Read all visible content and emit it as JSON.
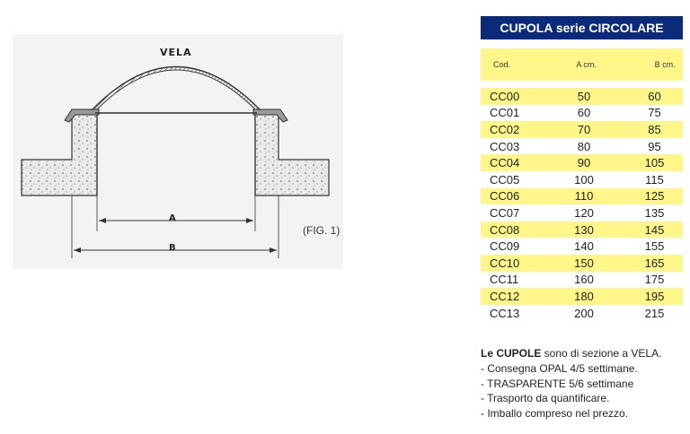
{
  "figure": {
    "vela_label": "VELA",
    "dim_a": "A",
    "dim_b": "B",
    "caption": "(FIG. 1)"
  },
  "table": {
    "title": "CUPOLA serie CIRCOLARE",
    "headers": {
      "cod": "Cod.",
      "a": "A cm.",
      "b": "B cm."
    },
    "rows": [
      {
        "cod": "CC00",
        "a": "50",
        "b": "60"
      },
      {
        "cod": "CC01",
        "a": "60",
        "b": "75"
      },
      {
        "cod": "CC02",
        "a": "70",
        "b": "85"
      },
      {
        "cod": "CC03",
        "a": "80",
        "b": "95"
      },
      {
        "cod": "CC04",
        "a": "90",
        "b": "105"
      },
      {
        "cod": "CC05",
        "a": "100",
        "b": "115"
      },
      {
        "cod": "CC06",
        "a": "110",
        "b": "125"
      },
      {
        "cod": "CC07",
        "a": "120",
        "b": "135"
      },
      {
        "cod": "CC08",
        "a": "130",
        "b": "145"
      },
      {
        "cod": "CC09",
        "a": "140",
        "b": "155"
      },
      {
        "cod": "CC10",
        "a": "150",
        "b": "165"
      },
      {
        "cod": "CC11",
        "a": "160",
        "b": "175"
      },
      {
        "cod": "CC12",
        "a": "180",
        "b": "195"
      },
      {
        "cod": "CC13",
        "a": "200",
        "b": "215"
      }
    ],
    "highlight_color": "#fff68a",
    "title_bg_color": "#0b2a7a"
  },
  "notes": {
    "line1_bold": "Le CUPOLE",
    "line1_rest": " sono di sezione a VELA.",
    "line2": "- Consegna OPAL 4/5 settimane.",
    "line3": "- TRASPARENTE 5/6 settimane",
    "line4": "- Trasporto da quantificare.",
    "line5": "- Imballo compreso nel prezzo."
  }
}
